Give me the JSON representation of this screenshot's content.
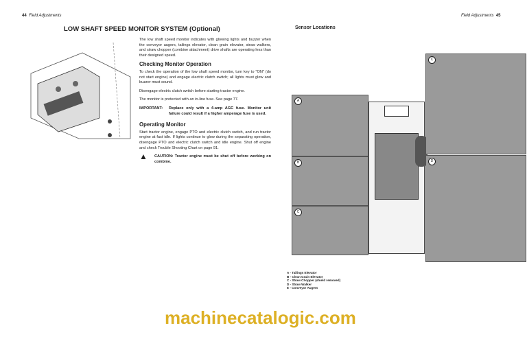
{
  "left_page": {
    "page_number": "44",
    "running_head": "Field Adjustments",
    "title": "LOW SHAFT SPEED MONITOR SYSTEM (Optional)",
    "intro": "The low shaft speed monitor indicates with glowing lights and buzzer when the conveyor augers, tailings elevator, clean grain elevator, straw walkers, and straw chopper (combine attachment) drive shafts are operating less than their designed speed.",
    "section1": {
      "heading": "Checking Monitor Operation",
      "p1": "To check the operation of the low shaft speed monitor, turn key to \"ON\" (do not start engine) and engage electric clutch switch; all lights must glow and buzzer must sound.",
      "p2": "Disengage electric clutch switch before starting tractor engine.",
      "p3": "The monitor is protected with an in-line fuse. See page 77.",
      "important_label": "IMPORTANT:",
      "important_text": "Replace only with a 4-amp AGC fuse. Monitor unit failure could result if a higher amperage fuse is used."
    },
    "section2": {
      "heading": "Operating Monitor",
      "p1": "Start tractor engine, engage PTO and electric clutch switch, and run tractor engine at fast idle. If lights continue to glow during the separating operation, disengage PTO and electric clutch switch and idle engine. Shut off engine and check Trouble Shooting Chart on page 91.",
      "caution": "CAUTION: Tractor engine must be shut off before working on combine."
    }
  },
  "right_page": {
    "page_number": "45",
    "running_head": "Field Adjustments",
    "title": "Sensor Locations",
    "photo_labels": [
      "A",
      "B",
      "C",
      "C",
      "D"
    ],
    "legend": [
      "A - Tailings Elevator",
      "B - Clean Grain Elevator",
      "C - Straw Chopper (shield removed)",
      "D - Straw Walker",
      "E - Conveyor Augers"
    ]
  },
  "watermark": "machinecatalogic.com"
}
